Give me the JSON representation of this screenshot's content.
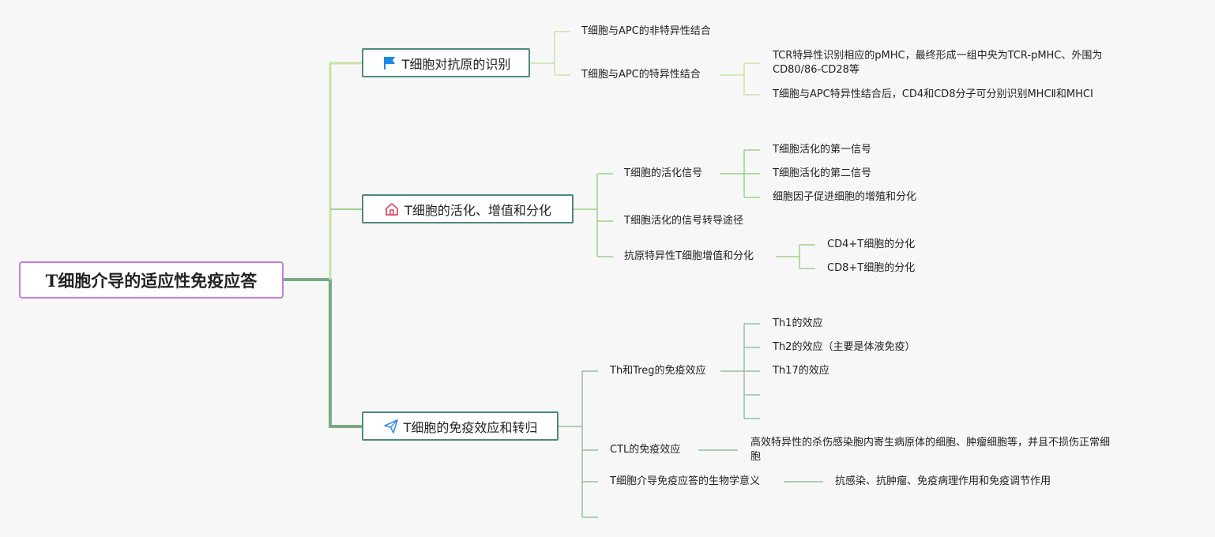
{
  "root": {
    "label": "T细胞介导的适应性免疫应答"
  },
  "topics": [
    {
      "label": "T细胞对抗原的识别",
      "icon": "flag-icon",
      "children": [
        {
          "label": "T细胞与APC的非特异性结合"
        },
        {
          "label": "T细胞与APC的特异性结合",
          "children": [
            {
              "label_line1": "TCR特异性识别相应的pMHC，最终形成一组中央为TCR-pMHC、外围为",
              "label_line2": "CD80/86-CD28等"
            },
            {
              "label": "T细胞与APC特异性结合后，CD4和CD8分子可分别识别MHCⅡ和MHCⅠ"
            }
          ]
        }
      ]
    },
    {
      "label": "T细胞的活化、增值和分化",
      "icon": "home-icon",
      "children": [
        {
          "label": "T细胞的活化信号",
          "children": [
            {
              "label": "T细胞活化的第一信号"
            },
            {
              "label": "T细胞活化的第二信号"
            },
            {
              "label": "细胞因子促进细胞的增殖和分化"
            }
          ]
        },
        {
          "label": "T细胞活化的信号转导途径"
        },
        {
          "label": "抗原特异性T细胞增值和分化",
          "children": [
            {
              "label": "CD4+T细胞的分化"
            },
            {
              "label": "CD8+T细胞的分化"
            }
          ]
        }
      ]
    },
    {
      "label": "T细胞的免疫效应和转归",
      "icon": "send-icon",
      "children": [
        {
          "label": "Th和Treg的免疫效应",
          "children": [
            {
              "label": "Th1的效应"
            },
            {
              "label": "Th2的效应（主要是体液免疫）"
            },
            {
              "label": "Th17的效应"
            },
            {
              "label": ""
            },
            {
              "label": ""
            }
          ]
        },
        {
          "label": "CTL的免疫效应",
          "children": [
            {
              "label_line1": "高效特异性的杀伤感染胞内寄生病原体的细胞、肿瘤细胞等，并且不损伤正常细",
              "label_line2": "胞"
            }
          ]
        },
        {
          "label": "T细胞介导免疫应答的生物学意义",
          "children": [
            {
              "label": "抗感染、抗肿瘤、免疫病理作用和免疫调节作用"
            }
          ]
        },
        {
          "label": ""
        }
      ]
    }
  ],
  "colors": {
    "root_border": "#c77dd9",
    "topic_border": "#4e8a80",
    "branch_1": "#c9e3a6",
    "branch_2": "#9fcf8a",
    "branch_3": "#7aaa84",
    "flag_icon": "#1e88e5",
    "home_icon": "#e04a6a",
    "send_icon": "#3b8fd8"
  }
}
